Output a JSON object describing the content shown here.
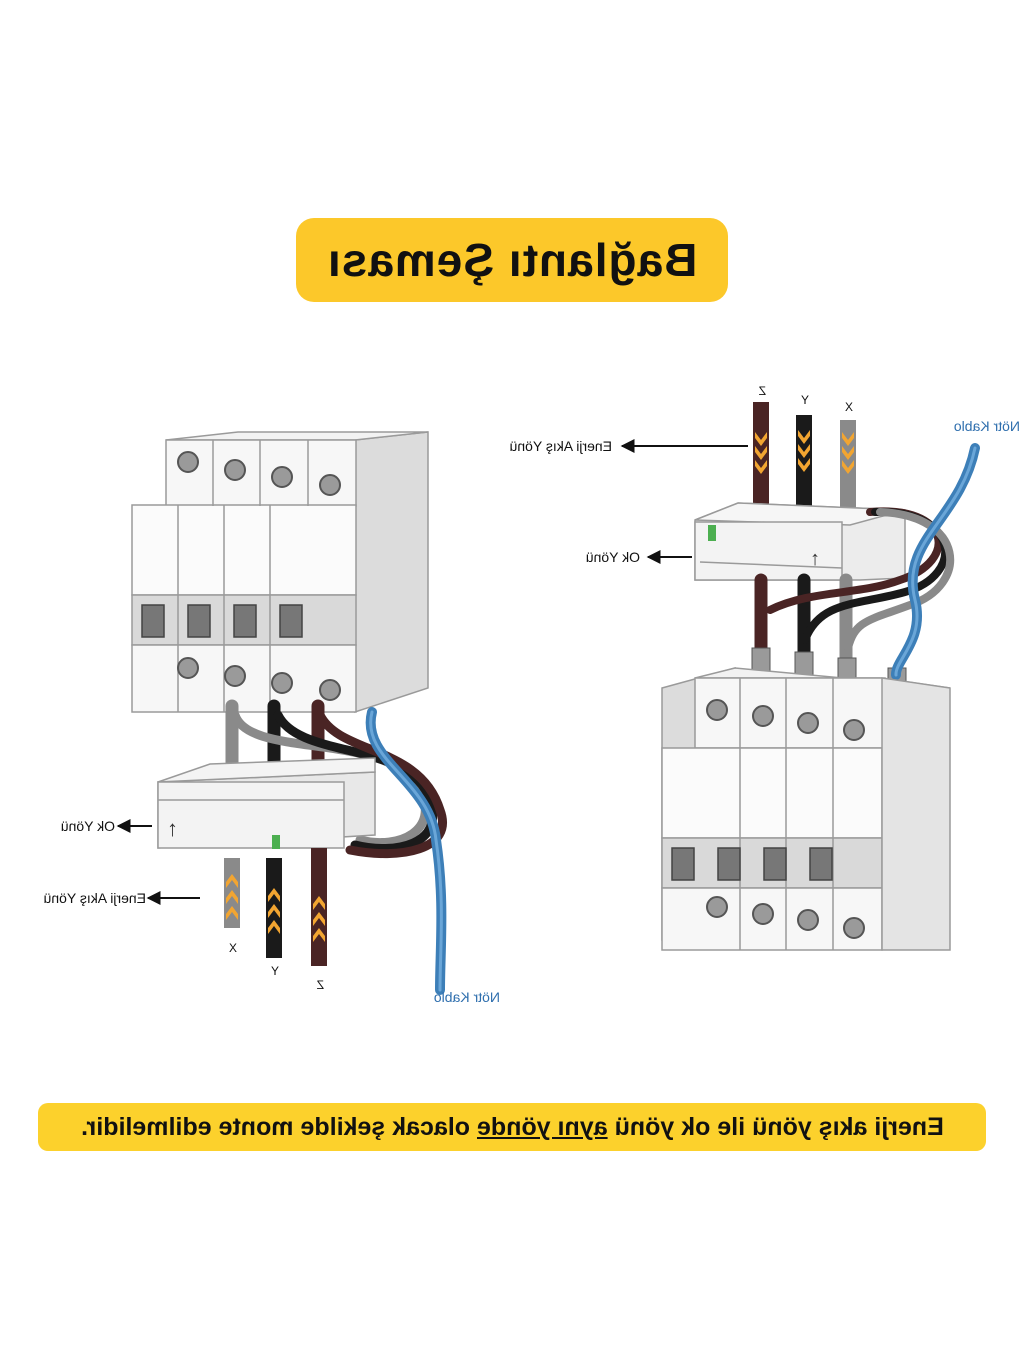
{
  "title": "Bağlantı Şeması",
  "note": {
    "part1": "Enerji akış yönü ile ok yönü ",
    "part2": "aynı yönde",
    "part3": " olacak şekilde monte edilmelidir."
  },
  "labels": {
    "energy_flow": "Enerji Akış Yönü",
    "arrow_direction": "Ok Yönü",
    "neutral_cable": "Nötr Kablo",
    "phase_x": "X",
    "phase_y": "Y",
    "phase_z": "Z",
    "arrow_glyph": "↑"
  },
  "colors": {
    "banner": "#fcc82a",
    "neutral": "#3d7fb8",
    "phase_x": "#8a8a8a",
    "phase_y": "#1a1a1a",
    "phase_z": "#4a2424",
    "flow_arrows": "#f2a531"
  }
}
